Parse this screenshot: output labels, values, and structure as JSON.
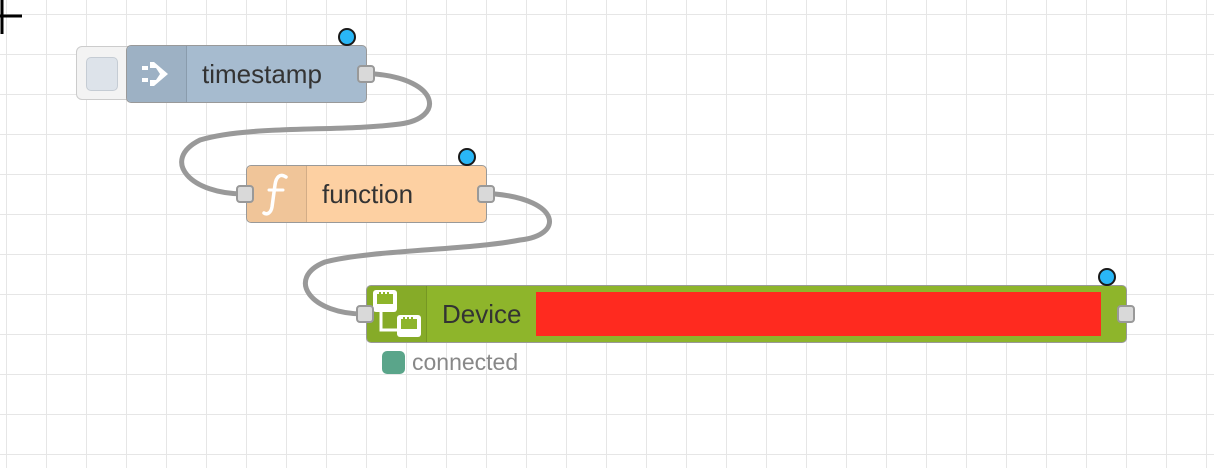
{
  "nodes": {
    "inject": {
      "label": "timestamp",
      "icon": "arrow-in-icon",
      "color": "#a6bbcf"
    },
    "function": {
      "label": "function",
      "icon": "function-f-icon",
      "color": "#fdd0a2"
    },
    "device": {
      "label": "Device",
      "icon": "network-devices-icon",
      "color": "#8eb52b",
      "redaction_color": "#ff2a1f",
      "status": {
        "text": "connected",
        "color": "#5aa58a"
      }
    }
  },
  "changed_indicator_color": "#29b6f6",
  "wire_color": "#999999"
}
